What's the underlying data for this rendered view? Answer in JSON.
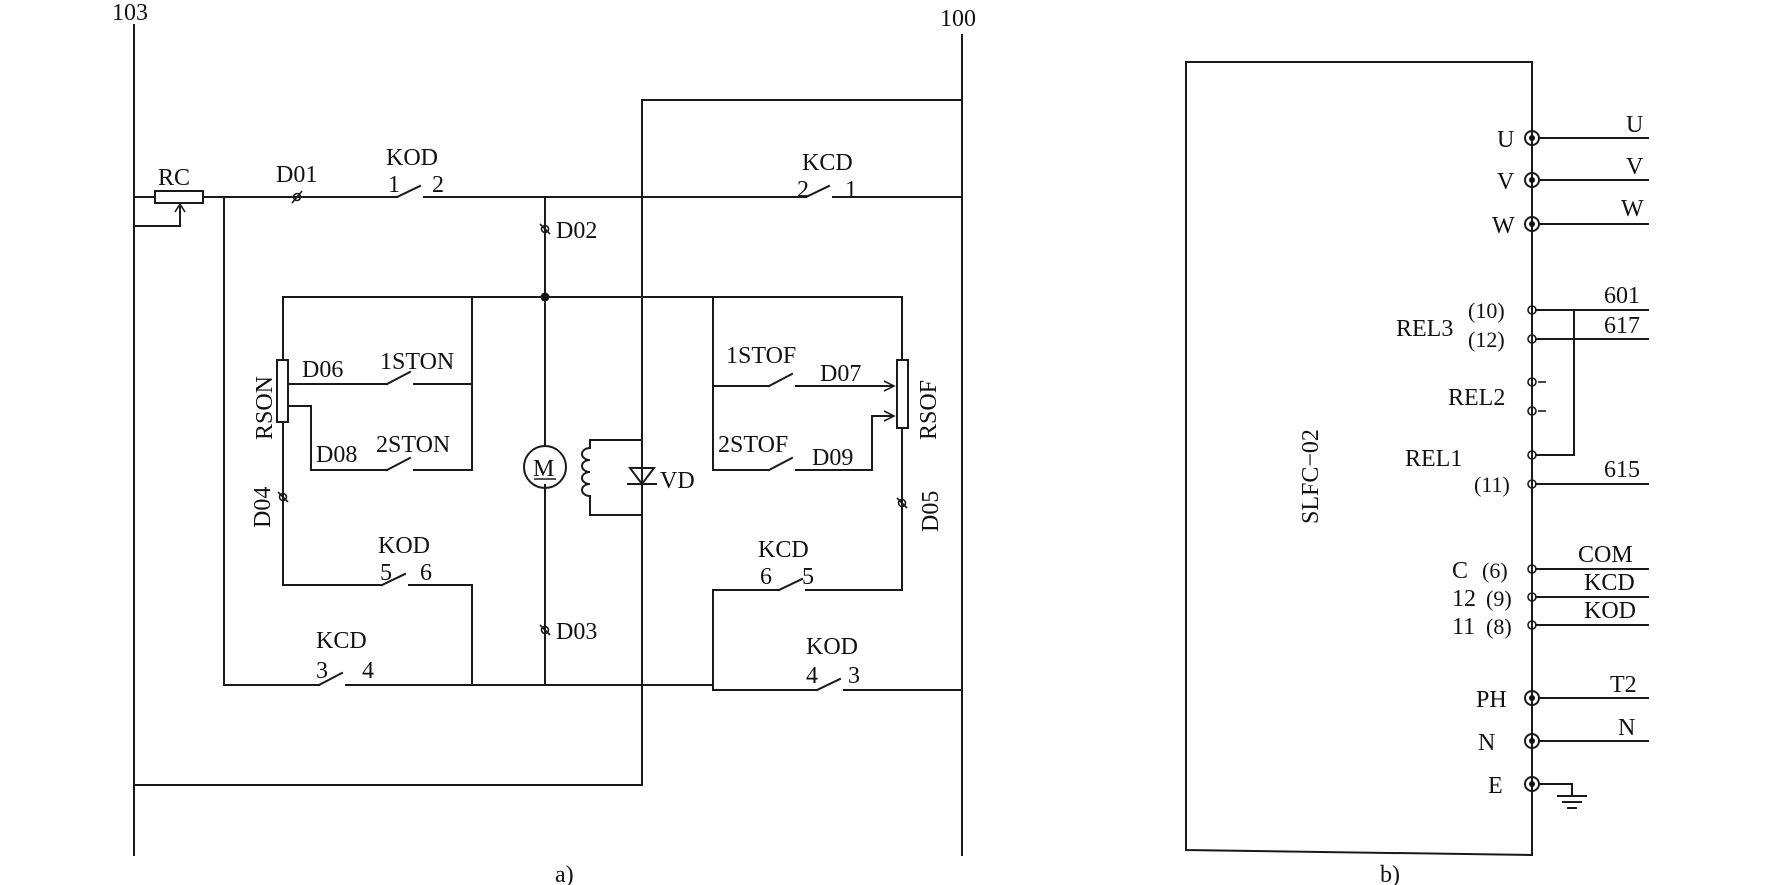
{
  "diagram_a": {
    "caption": "a)",
    "rails": {
      "left": "103",
      "right": "100"
    },
    "rc": "RC",
    "rson": "RSON",
    "rsof": "RSOF",
    "motor": "M",
    "diode": "VD",
    "terminals": {
      "d01": "D01",
      "d02": "D02",
      "d03": "D03",
      "d04": "D04",
      "d05": "D05",
      "d06": "D06",
      "d07": "D07",
      "d08": "D08",
      "d09": "D09"
    },
    "contacts": {
      "kod_top": {
        "name": "KOD",
        "left": "1",
        "right": "2"
      },
      "kcd_top": {
        "name": "KCD",
        "left": "2",
        "right": "1"
      },
      "kod_mid": {
        "name": "KOD",
        "left": "5",
        "right": "6"
      },
      "kcd_mid": {
        "name": "KCD",
        "left": "6",
        "right": "5"
      },
      "kcd_bot": {
        "name": "KCD",
        "left": "3",
        "right": "4"
      },
      "kod_bot": {
        "name": "KOD",
        "left": "4",
        "right": "3"
      },
      "ston1": "1STON",
      "ston2": "2STON",
      "stof1": "1STOF",
      "stof2": "2STOF"
    }
  },
  "diagram_b": {
    "caption": "b)",
    "module": "SLFC−02",
    "pins": {
      "u": "U",
      "v": "V",
      "w": "W",
      "rel3": "REL3",
      "p10": "(10)",
      "p12": "(12)",
      "rel2": "REL2",
      "rel1": "REL1",
      "p11": "(11)",
      "c": "C",
      "p6": "(6)",
      "n12": "12",
      "p9": "(9)",
      "n11": "11",
      "p8": "(8)",
      "ph": "PH",
      "n": "N",
      "e": "E"
    },
    "wires": {
      "u": "U",
      "v": "V",
      "w": "W",
      "w601": "601",
      "w617": "617",
      "w615": "615",
      "com": "COM",
      "kcd": "KCD",
      "kod": "KOD",
      "t2": "T2",
      "n": "N"
    }
  }
}
